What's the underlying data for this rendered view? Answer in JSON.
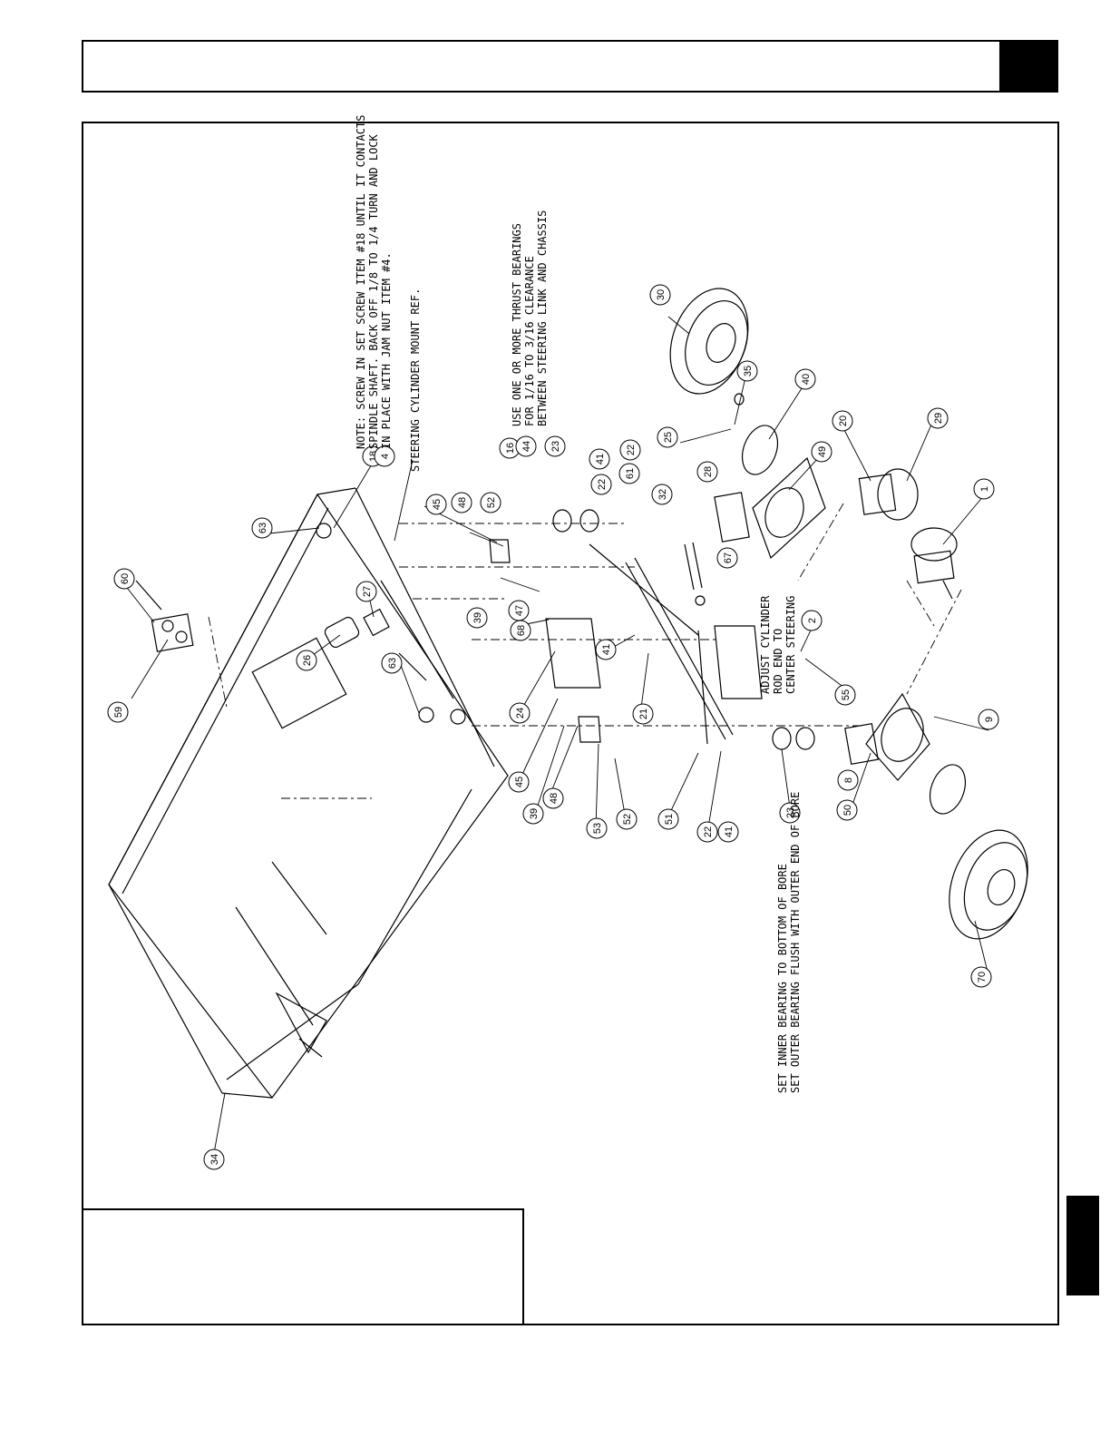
{
  "notes": {
    "note_set_screw": [
      "NOTE: SCREW IN SET SCREW ITEM #18 UNTIL IT CONTACTS",
      "SPINDLE SHAFT. BACK OFF 1/8 TO 1/4 TURN AND LOCK",
      "IN PLACE WITH JAM NUT ITEM #4."
    ],
    "steering_mount": "STEERING CYLINDER MOUNT REF.",
    "thrust_bearings": [
      "USE ONE OR MORE THRUST BEARINGS",
      "FOR 1/16 TO 3/16 CLEARANCE",
      "BETWEEN STEERING LINK AND CHASSIS"
    ],
    "adjust_cylinder": [
      "ADJUST CYLINDER",
      "ROD END TO",
      "CENTER STEERING"
    ],
    "inner_bearing": [
      "SET INNER BEARING TO BOTTOM OF BORE",
      "SET OUTER BEARING FLUSH WITH OUTER END OF BORE"
    ]
  },
  "callouts": [
    "60",
    "59",
    "26",
    "27",
    "63",
    "63",
    "34",
    "18",
    "4",
    "45",
    "48",
    "52",
    "39",
    "16",
    "44",
    "23",
    "41",
    "22",
    "61",
    "22",
    "32",
    "28",
    "67",
    "2",
    "55",
    "8",
    "9",
    "50",
    "1",
    "20",
    "29",
    "25",
    "35",
    "40",
    "49",
    "30",
    "68",
    "47",
    "41",
    "21",
    "24",
    "45",
    "39",
    "48",
    "53",
    "52",
    "51",
    "22",
    "41",
    "23",
    "70"
  ]
}
